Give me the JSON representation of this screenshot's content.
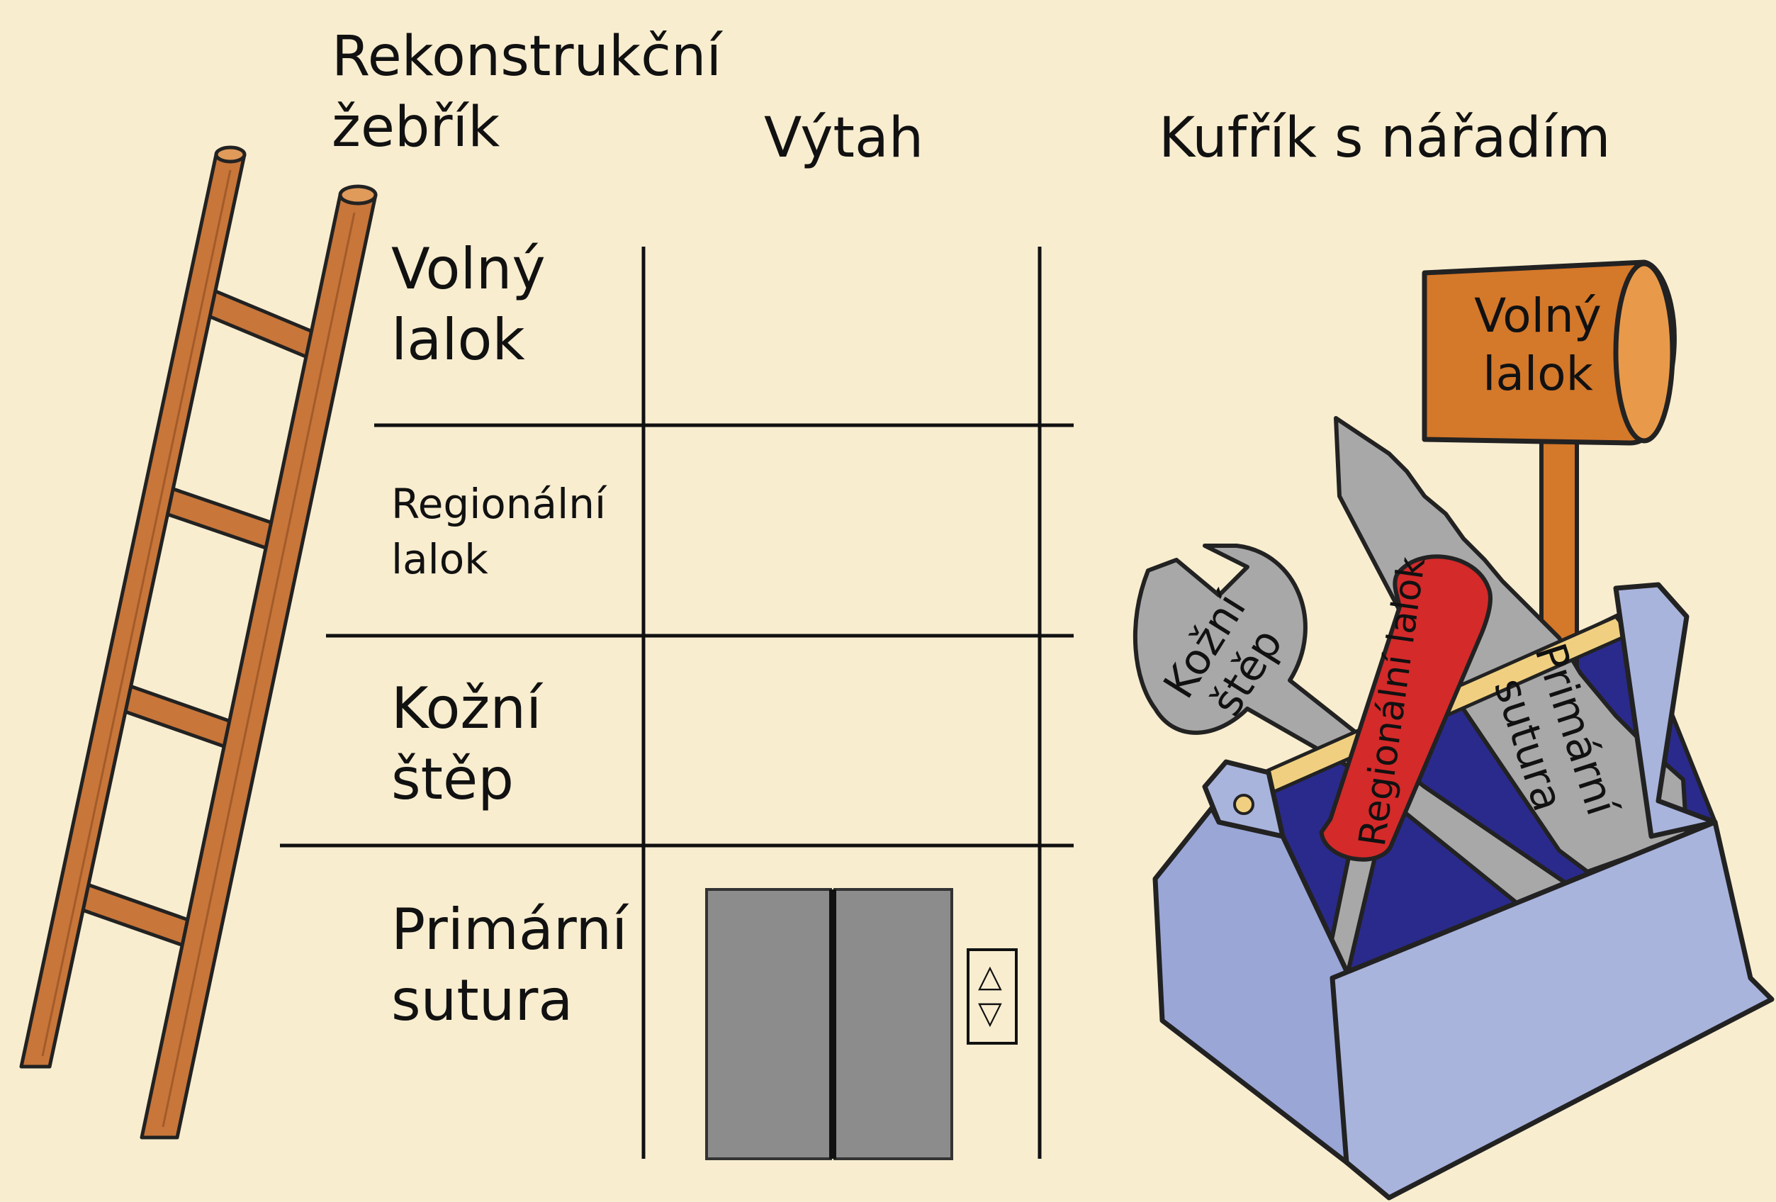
{
  "headings": {
    "ladder_line1": "Rekonstrukční",
    "ladder_line2": "žebřík",
    "elevator": "Výtah",
    "toolbox": "Kufřík s nářadím"
  },
  "rows": [
    {
      "line1": "Volný",
      "line2": "lalok"
    },
    {
      "line1": "Regionální",
      "line2": "lalok"
    },
    {
      "line1": "Kožní",
      "line2": "štěp"
    },
    {
      "line1": "Primární",
      "line2": "sutura"
    }
  ],
  "tools": {
    "hammer": {
      "line1": "Volný",
      "line2": "lalok"
    },
    "screwdriver": "Regionální lalok",
    "wrench": {
      "line1": "Kožní",
      "line2": "štěp"
    },
    "saw": {
      "line1": "Primární",
      "line2": "sutura"
    }
  },
  "elevator_buttons": {
    "up": "△",
    "down": "▽"
  },
  "colors": {
    "background": "#f8edcf",
    "ladder": "#c8763a",
    "hammer": "#d4782a",
    "screwdriver": "#d42a2a",
    "tool_metal": "#a8a8a8",
    "toolbox": "#a9b4dd",
    "toolbox_inside": "#2a2a8c",
    "elevator_door": "#8c8c8c"
  }
}
